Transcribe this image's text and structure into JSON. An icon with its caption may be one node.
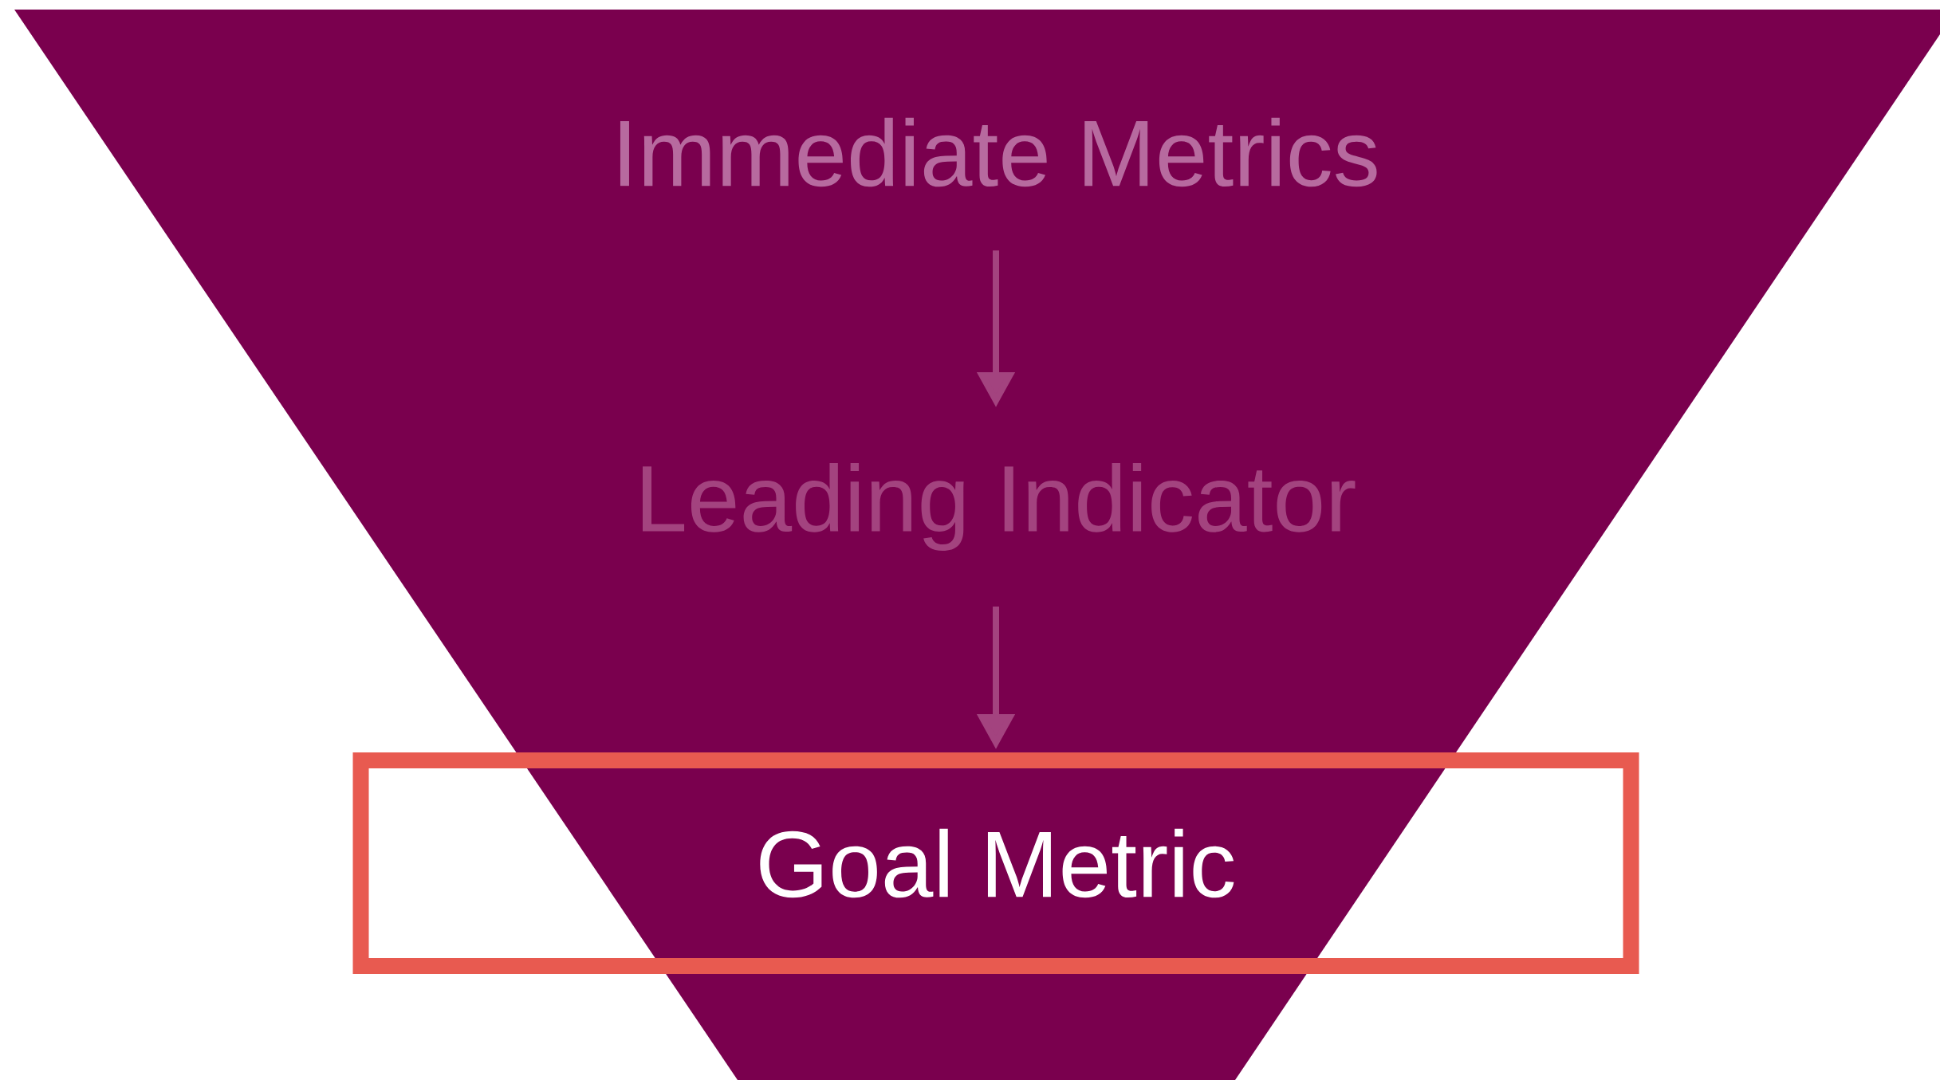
{
  "diagram": {
    "nodes": [
      {
        "text": [
          "Immediate Metrics"
        ]
      },
      {
        "text": [
          "Leading Indicator"
        ]
      },
      {
        "text": [
          "Goal Metric"
        ]
      }
    ],
    "edges": [
      {
        "from": 0,
        "to": 1,
        "arrow": "to"
      },
      {
        "from": 1,
        "to": 2,
        "arrow": "to"
      }
    ]
  }
}
